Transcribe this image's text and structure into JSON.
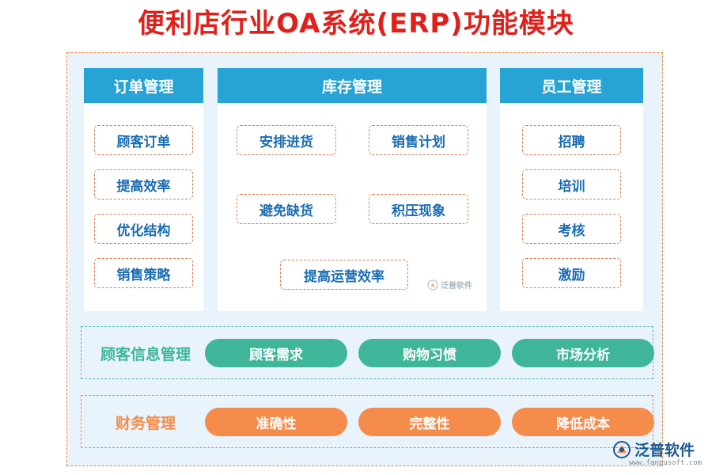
{
  "title": "便利店行业OA系统(ERP)功能模块",
  "panels": [
    {
      "header": "订单管理",
      "items": [
        "顾客订单",
        "提高效率",
        "优化结构",
        "销售策略"
      ]
    },
    {
      "header": "库存管理",
      "items": [
        "安排进货",
        "销售计划",
        "避免缺货",
        "积压现象",
        "提高运营效率"
      ]
    },
    {
      "header": "员工管理",
      "items": [
        "招聘",
        "培训",
        "考核",
        "激励"
      ]
    }
  ],
  "customer_info": {
    "label": "顾客信息管理",
    "items": [
      "顾客需求",
      "购物习惯",
      "市场分析"
    ]
  },
  "finance": {
    "label": "财务管理",
    "items": [
      "准确性",
      "完整性",
      "降低成本"
    ]
  },
  "watermark": "泛普软件",
  "brand": {
    "name": "泛普软件",
    "url": "www.fanpusoft.com"
  },
  "colors": {
    "title": "#e0201b",
    "panel_header": "#27a3d6",
    "item_text": "#1a6db3",
    "item_border": "#e07b4e",
    "customer_label": "#3fb69a",
    "customer_pill": "#3fb69a",
    "finance_label": "#f58c4c",
    "finance_pill": "#f58c4c",
    "background": "#e9f3fb"
  }
}
